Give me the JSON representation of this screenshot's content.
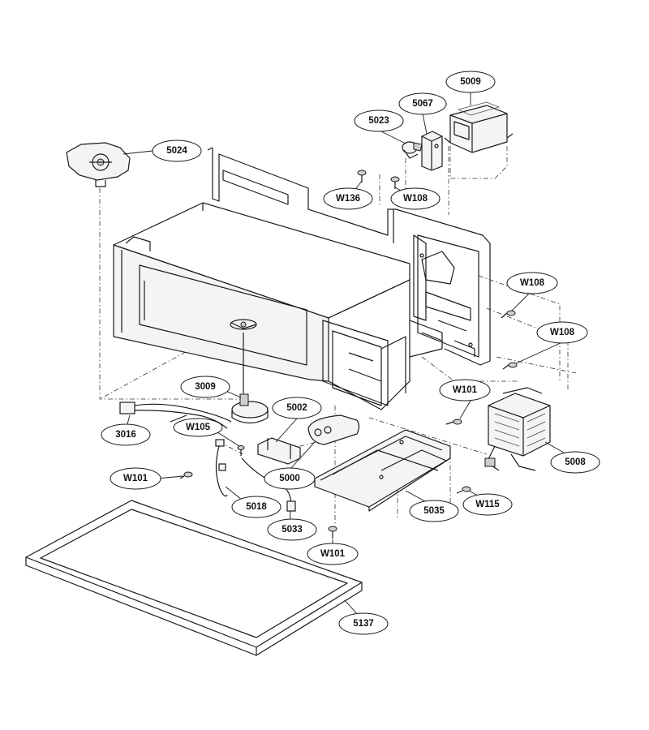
{
  "callouts": {
    "c5009": "5009",
    "c5067": "5067",
    "c5023": "5023",
    "c5024": "5024",
    "cW136": "W136",
    "cW108_top": "W108",
    "cW108_mid": "W108",
    "cW108_right": "W108",
    "c3009": "3009",
    "c5002": "5002",
    "cW101_right": "W101",
    "c3016": "3016",
    "cW105": "W105",
    "c5008": "5008",
    "c5000": "5000",
    "cW101_left": "W101",
    "c5018": "5018",
    "c5035": "5035",
    "cW115": "W115",
    "c5033": "5033",
    "cW101_bottom": "W101",
    "c5137": "5137"
  }
}
